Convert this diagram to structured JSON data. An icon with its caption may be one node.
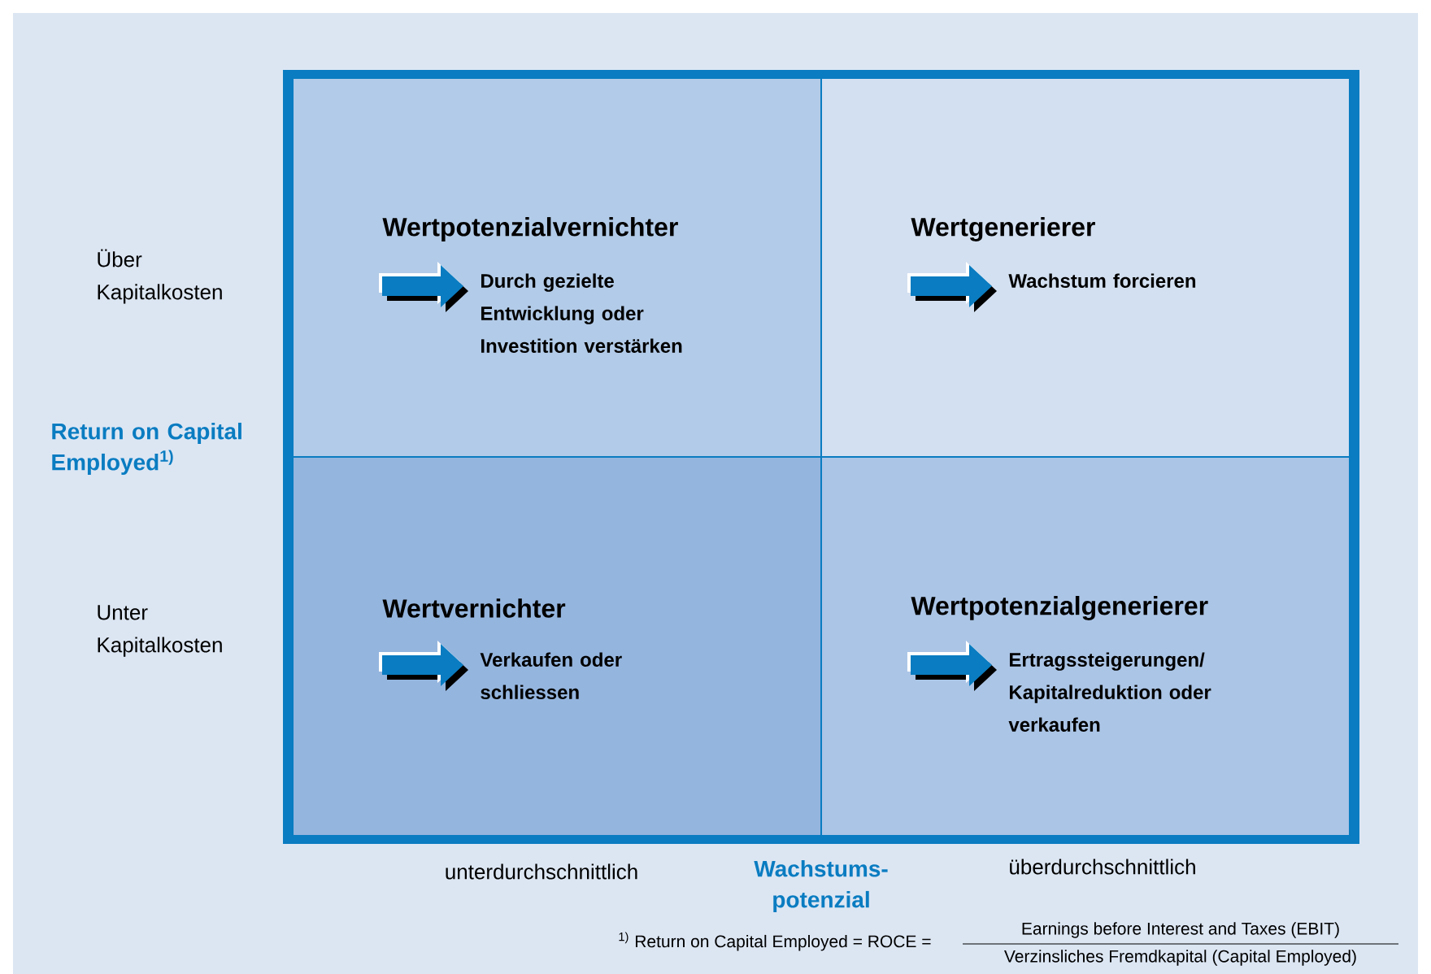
{
  "diagram": {
    "nodes": [
      {
        "text": [
          "Wertpotenzialvernichter",
          "Durch gezielte Entwicklung oder Investition verstärken"
        ]
      },
      {
        "text": [
          "Wertgenerierer",
          "Wachstum forcieren"
        ]
      },
      {
        "text": [
          "Wertvernichter",
          "Verkaufen oder schliessen"
        ]
      },
      {
        "text": [
          "Wertpotenzialgenerierer",
          "Ertragssteigerungen/ Kapitalreduktion oder verkaufen"
        ]
      }
    ],
    "labels": [
      "Über Kapitalkosten",
      "Return on Capital Employed$^{1)}$",
      "Unter Kapitalkosten",
      "unterdurchschnittlich",
      "Wachstums- potenzial",
      "überdurchschnittlich",
      "$^{1)}$ Return on Capital Employed = ROCE =",
      "Earnings before Interest and Taxes (EBIT)",
      "Verzinsliches Fremdkapital (Capital Employed)"
    ]
  }
}
